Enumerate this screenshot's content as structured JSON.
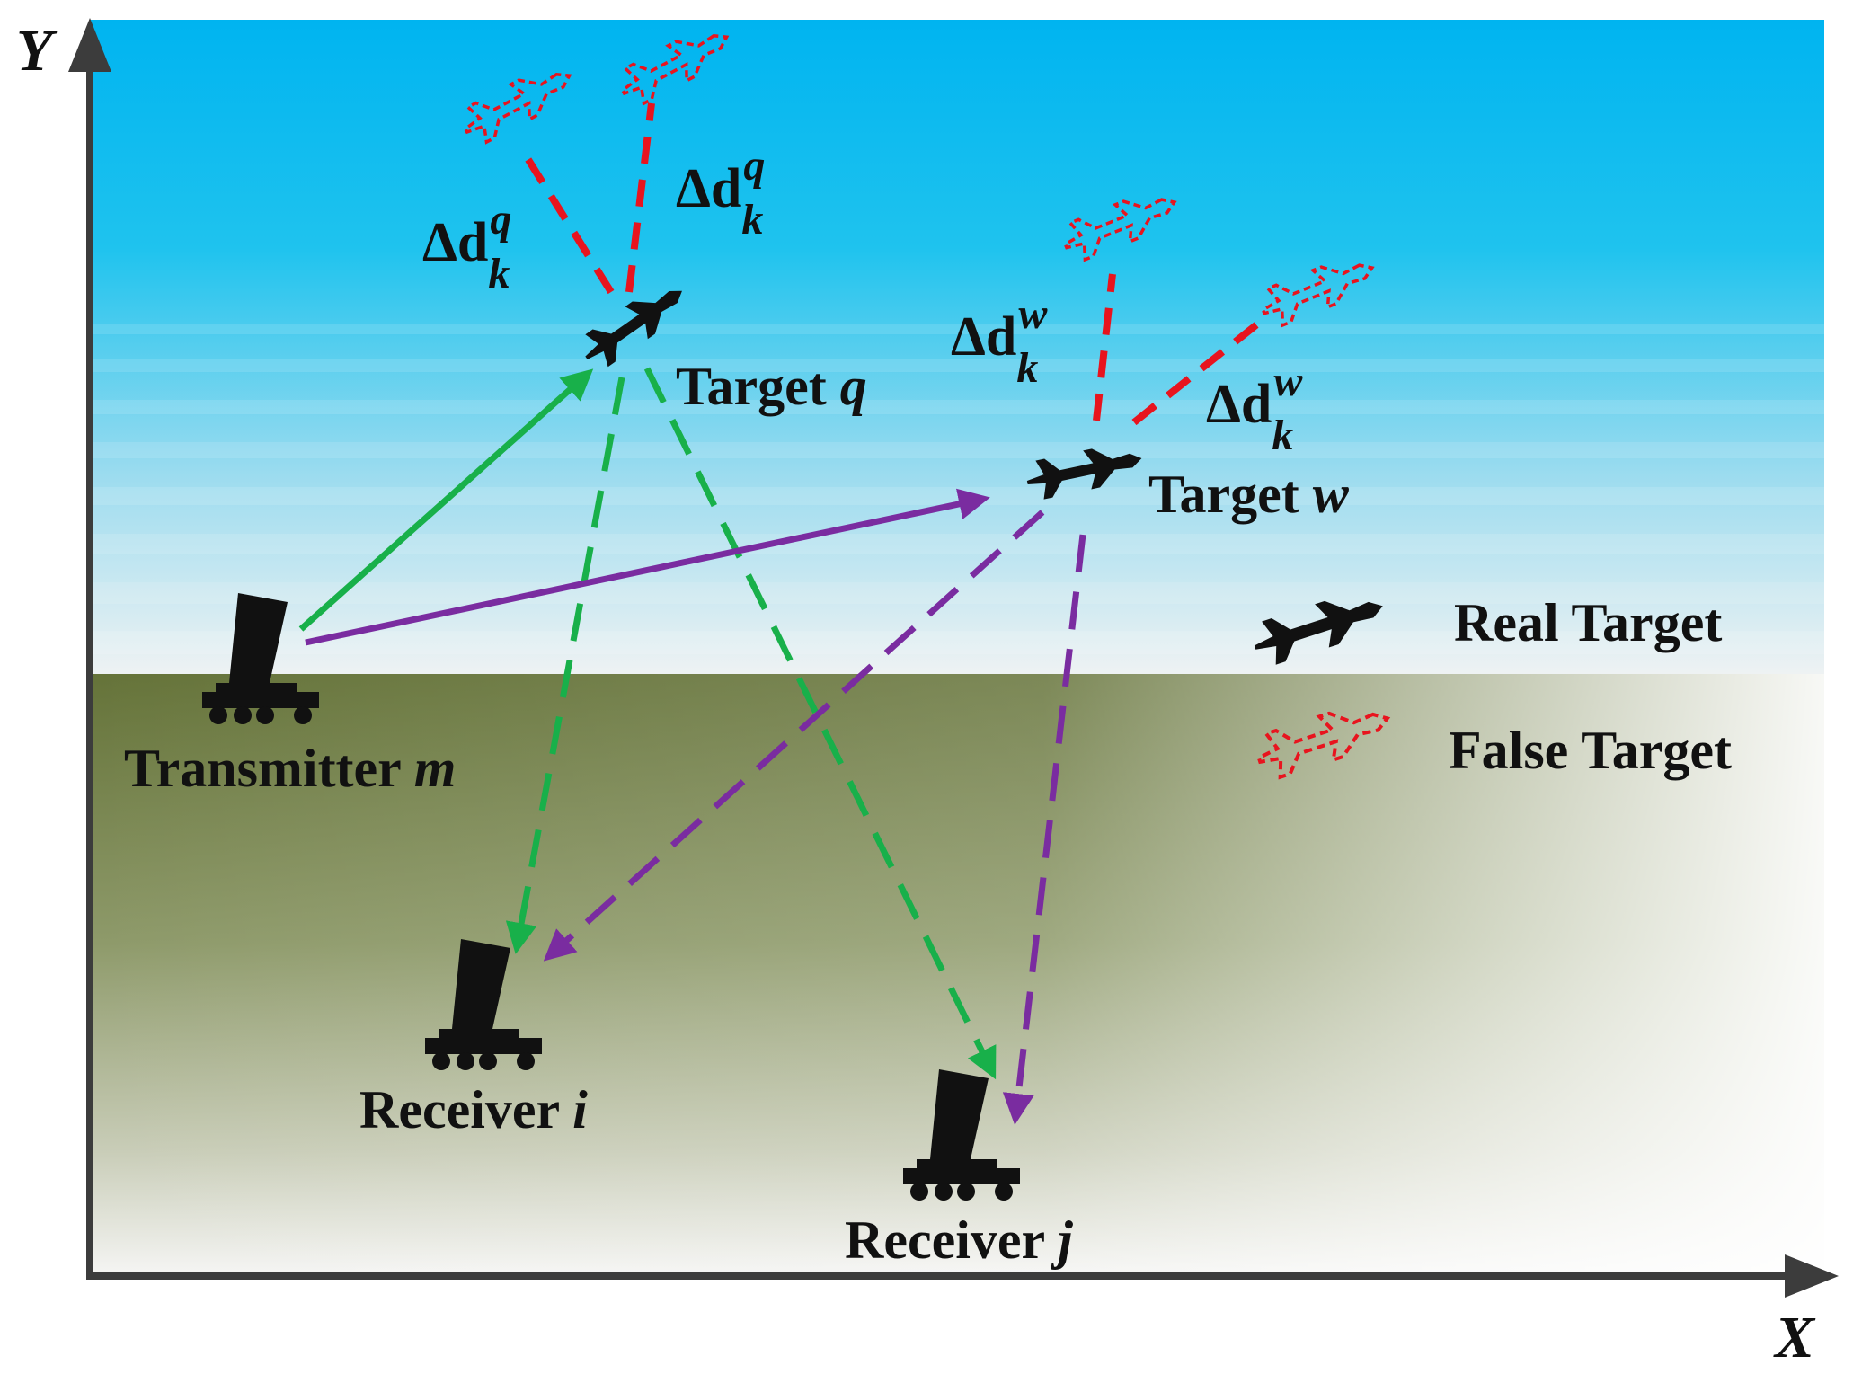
{
  "axes": {
    "x_label": "X",
    "y_label": "Y"
  },
  "nodes": {
    "transmitter": {
      "name": "Transmitter ",
      "var": "m"
    },
    "receiver_i": {
      "name": "Receiver ",
      "var": "i"
    },
    "receiver_j": {
      "name": "Receiver ",
      "var": "j"
    },
    "target_q": {
      "name": "Target ",
      "var": "q"
    },
    "target_w": {
      "name": "Target ",
      "var": "w"
    }
  },
  "offsets": {
    "q_left": {
      "delta": "Δd",
      "sup": "q",
      "sub": "k"
    },
    "q_right": {
      "delta": "Δd",
      "sup": "q",
      "sub": "k"
    },
    "w_left": {
      "delta": "Δd",
      "sup": "w",
      "sub": "k"
    },
    "w_right": {
      "delta": "Δd",
      "sup": "w",
      "sub": "k"
    }
  },
  "legend": {
    "real": "Real Target",
    "false": "False Target"
  },
  "colors": {
    "sky_top": "#00b4f0",
    "ground": "#6e7e44",
    "path_q": "#18b04a",
    "path_w": "#7a2ca0",
    "false_target": "#e8141e",
    "real_target": "#111111"
  },
  "icons": {
    "transmitter": "radar-truck-icon",
    "receiver": "radar-truck-icon",
    "real_target": "fighter-jet-icon",
    "false_target": "fighter-jet-outline-icon"
  }
}
